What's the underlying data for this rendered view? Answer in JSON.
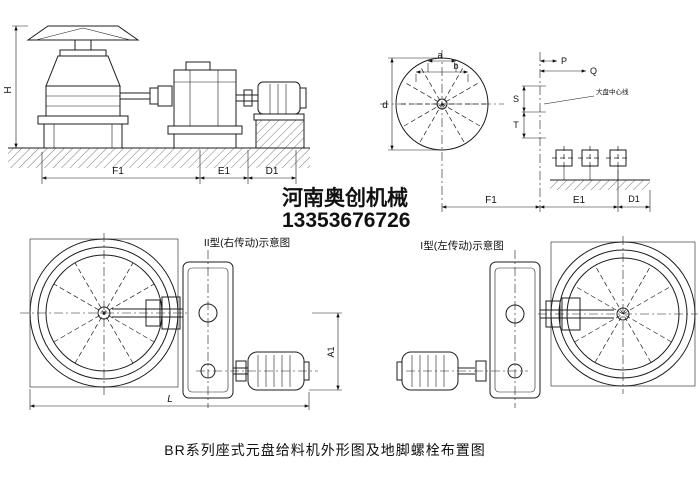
{
  "company": {
    "name": "河南奥创机械",
    "phone": "13353676726"
  },
  "labels": {
    "type2": "II型(右传动)示意图",
    "type1": "I型(左传动)示意图",
    "title": "BR系列座式元盘给料机外形图及地脚螺栓布置图"
  },
  "dims": {
    "side": {
      "h": "H",
      "f1": "F1",
      "e1": "E1",
      "d1": "D1"
    },
    "top": {
      "a": "a",
      "b": "b",
      "d": "d",
      "p": "P",
      "q": "Q",
      "s": "S",
      "t": "T",
      "f1": "F1",
      "e1": "E1",
      "d1": "D1",
      "note": "大盘中心线"
    },
    "plan": {
      "l": "L",
      "a1": "A1"
    }
  }
}
